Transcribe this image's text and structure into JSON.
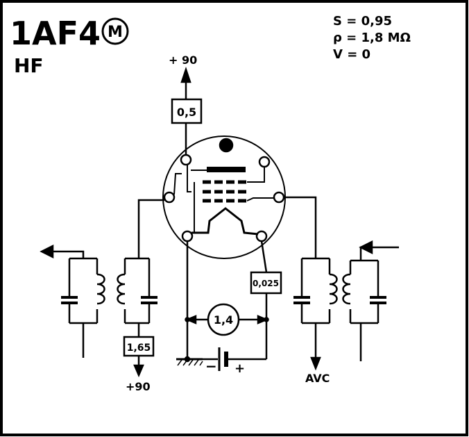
{
  "title": "1AF4",
  "base_code": "M",
  "subtitle": "HF",
  "params": {
    "s": "S = 0,95",
    "rho": "ρ = 1,8 MΩ",
    "v": "V = 0"
  },
  "labels": {
    "plate_supply": "+ 90",
    "plate_resistor": "0,5",
    "screen_resistor": "1,65",
    "screen_supply": "+90",
    "bias_resistor": "0,025",
    "filament_voltage": "1,4",
    "battery_minus": "−",
    "battery_plus": "+",
    "avc": "AVC"
  }
}
